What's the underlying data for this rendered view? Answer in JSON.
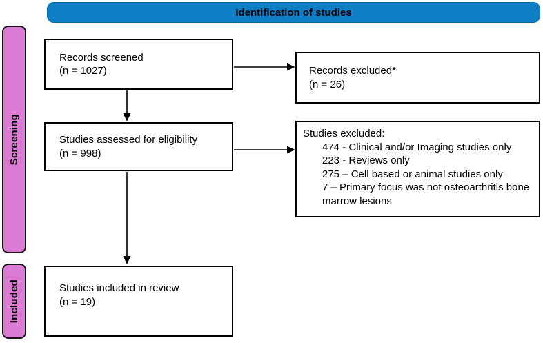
{
  "diagram": {
    "type": "PRISMA flow diagram",
    "header": {
      "label": "Identification of studies"
    },
    "stages": {
      "screening": {
        "label": "Screening"
      },
      "included": {
        "label": "Included"
      }
    },
    "boxes": {
      "records_screened": {
        "line1": "Records screened",
        "line2": "(n = 1027)"
      },
      "records_excluded": {
        "line1": "Records excluded*",
        "line2": "(n = 26)"
      },
      "studies_assessed": {
        "line1": "Studies assessed for eligibility",
        "line2": "(n = 998)"
      },
      "studies_excluded": {
        "heading": "Studies excluded:",
        "items": [
          "474 - Clinical and/or Imaging studies only",
          "223 - Reviews only",
          "275 – Cell based or animal studies only",
          "7 – Primary focus was not osteoarthritis bone marrow lesions"
        ]
      },
      "studies_included": {
        "line1": "Studies included in review",
        "line2": "(n = 19)"
      }
    },
    "colors": {
      "header_blue": "#0E7FC4",
      "stage_pink": "#DC7BD3",
      "box_border": "#000000",
      "arrow": "#000000"
    }
  }
}
